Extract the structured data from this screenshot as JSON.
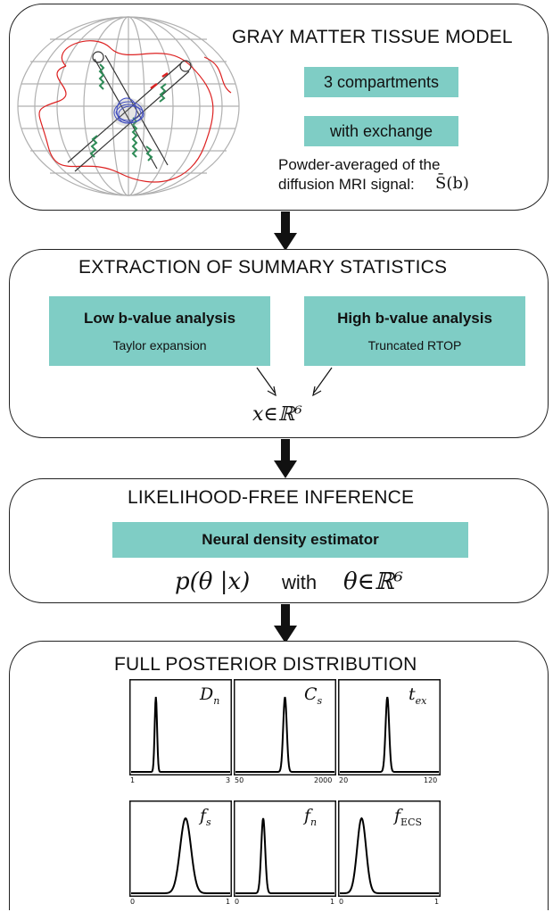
{
  "panel1": {
    "title": "GRAY MATTER TISSUE MODEL",
    "box_a": "3 compartments",
    "box_b": "with exchange",
    "caption_line1": "Powder-averaged of the",
    "caption_line2": "diffusion MRI signal:",
    "signal_symbol": "S̄(b)"
  },
  "panel2": {
    "title": "EXTRACTION OF SUMMARY STATISTICS",
    "left_title": "Low b-value analysis",
    "left_sub": "Taylor expansion",
    "right_title": "High b-value analysis",
    "right_sub": "Truncated RTOP",
    "formula": "x∈ℝ⁶"
  },
  "panel3": {
    "title": "LIKELIHOOD-FREE INFERENCE",
    "box": "Neural density estimator",
    "formula_left": "p(θ |x)",
    "formula_with": "with",
    "formula_right": "θ∈ℝ⁶"
  },
  "panel4": {
    "title": "FULL POSTERIOR DISTRIBUTION",
    "plots": [
      {
        "label": "D_n",
        "xmin": "1",
        "xmax": "3",
        "peak": 0.25,
        "width": 0.012
      },
      {
        "label": "C_s",
        "xmin": "50",
        "xmax": "2000",
        "peak": 0.5,
        "width": 0.018
      },
      {
        "label": "t_ex",
        "xmin": "20",
        "xmax": "120",
        "peak": 0.48,
        "width": 0.018
      },
      {
        "label": "f_s",
        "xmin": "0",
        "xmax": "1",
        "peak": 0.55,
        "width": 0.055
      },
      {
        "label": "f_n",
        "xmin": "0",
        "xmax": "1",
        "peak": 0.28,
        "width": 0.02
      },
      {
        "label": "f_ECS",
        "xmin": "0",
        "xmax": "1",
        "peak": 0.22,
        "width": 0.045
      }
    ]
  },
  "colors": {
    "teal": "#7fcdc5",
    "sphere": "#b0b0b0",
    "fiber": "#2e8b57",
    "red": "#d22",
    "blue": "#2233cc"
  }
}
